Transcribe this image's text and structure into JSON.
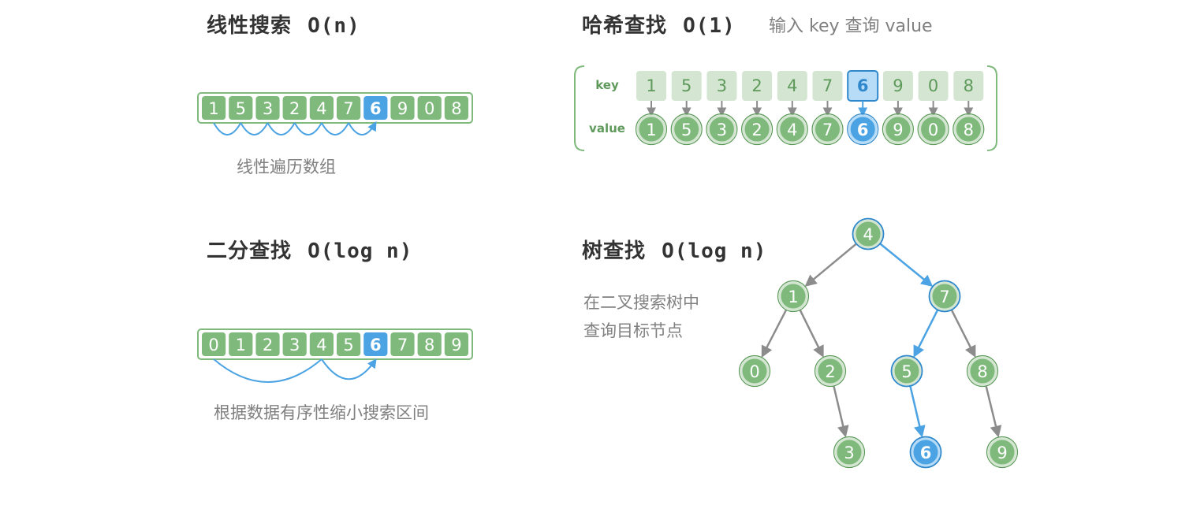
{
  "colors": {
    "green_fill": "#7fba7c",
    "green_stroke": "#5a9a57",
    "green_light": "#d4e6d2",
    "green_text": "#5f9a5c",
    "blue_fill": "#4ba3e3",
    "blue_stroke": "#2e88cb",
    "blue_light": "#b6dcf7",
    "arrow_gray": "#8c8c8c",
    "title_text": "#333333",
    "caption_text": "#808080"
  },
  "linear": {
    "title_cn": "线性搜索",
    "title_big": "O(n)",
    "values": [
      "1",
      "5",
      "3",
      "2",
      "4",
      "7",
      "6",
      "9",
      "0",
      "8"
    ],
    "target_index": 6,
    "caption": "线性遍历数组"
  },
  "binary": {
    "title_cn": "二分查找",
    "title_big": "O(log n)",
    "values": [
      "0",
      "1",
      "2",
      "3",
      "4",
      "5",
      "6",
      "7",
      "8",
      "9"
    ],
    "target_index": 6,
    "jump_from": 0,
    "jump_mid": 4,
    "caption": "根据数据有序性缩小搜索区间"
  },
  "hash": {
    "title_cn": "哈希查找",
    "title_big": "O(1)",
    "subtitle": "输入 key 查询 value",
    "key_label": "key",
    "value_label": "value",
    "keys": [
      "1",
      "5",
      "3",
      "2",
      "4",
      "7",
      "6",
      "9",
      "0",
      "8"
    ],
    "values": [
      "1",
      "5",
      "3",
      "2",
      "4",
      "7",
      "6",
      "9",
      "0",
      "8"
    ],
    "target_index": 6
  },
  "tree": {
    "title_cn": "树查找",
    "title_big": "O(log n)",
    "caption_line1": "在二叉搜索树中",
    "caption_line2": "查询目标节点",
    "nodes": [
      {
        "id": "n4",
        "label": "4",
        "path": true,
        "target": false
      },
      {
        "id": "n1",
        "label": "1",
        "path": false,
        "target": false
      },
      {
        "id": "n7",
        "label": "7",
        "path": true,
        "target": false
      },
      {
        "id": "n0",
        "label": "0",
        "path": false,
        "target": false
      },
      {
        "id": "n2",
        "label": "2",
        "path": false,
        "target": false
      },
      {
        "id": "n5",
        "label": "5",
        "path": true,
        "target": false
      },
      {
        "id": "n8",
        "label": "8",
        "path": false,
        "target": false
      },
      {
        "id": "n3",
        "label": "3",
        "path": false,
        "target": false
      },
      {
        "id": "n6",
        "label": "6",
        "path": true,
        "target": true
      },
      {
        "id": "n9",
        "label": "9",
        "path": false,
        "target": false
      }
    ],
    "edges": [
      {
        "from": "n4",
        "to": "n1",
        "path": false
      },
      {
        "from": "n4",
        "to": "n7",
        "path": true
      },
      {
        "from": "n1",
        "to": "n0",
        "path": false
      },
      {
        "from": "n1",
        "to": "n2",
        "path": false
      },
      {
        "from": "n7",
        "to": "n5",
        "path": true
      },
      {
        "from": "n7",
        "to": "n8",
        "path": false
      },
      {
        "from": "n2",
        "to": "n3",
        "path": false
      },
      {
        "from": "n5",
        "to": "n6",
        "path": true
      },
      {
        "from": "n8",
        "to": "n9",
        "path": false
      }
    ]
  }
}
